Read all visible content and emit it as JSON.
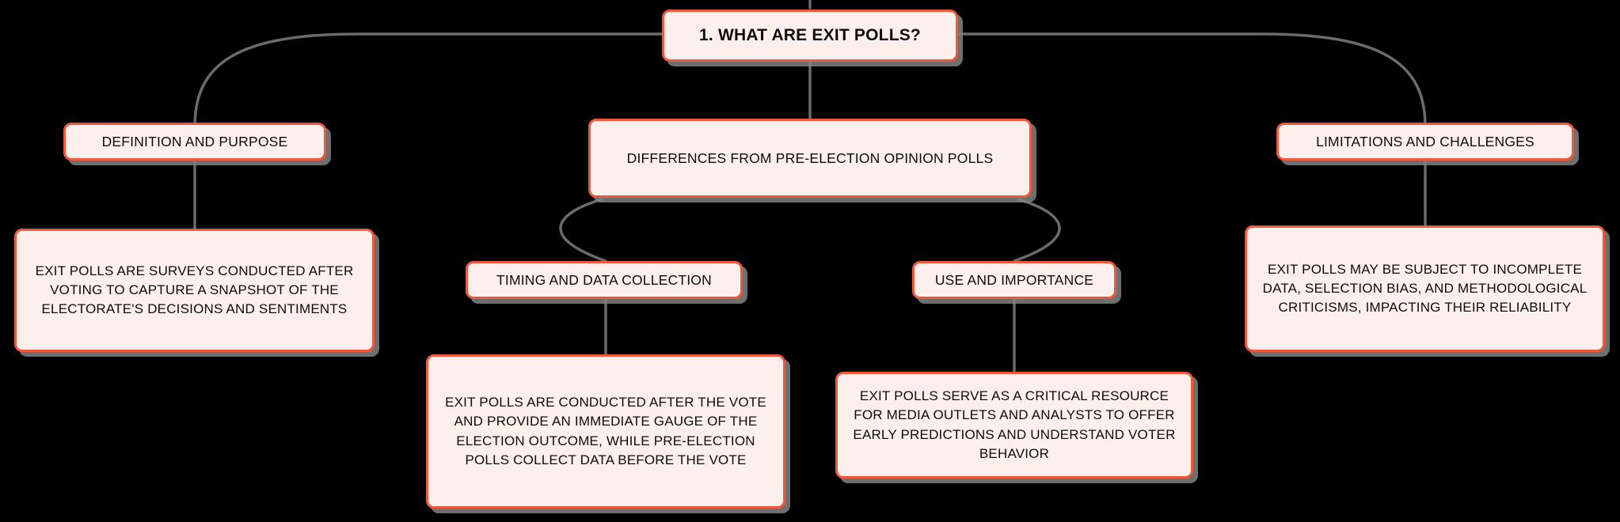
{
  "diagram": {
    "type": "mind-map",
    "title": "1. WHAT ARE EXIT POLLS?",
    "background_color": "#000000",
    "node_fill_color": "#fdf0ec",
    "node_border_color": "#ef583c",
    "node_text_color": "#0d0d0d",
    "connector_color": "#6b6b6b",
    "shadow_color": "#828282"
  },
  "nodes": {
    "root": {
      "label": "1. WHAT ARE EXIT POLLS?",
      "level": "root"
    },
    "branch_definition": {
      "label": "DEFINITION AND PURPOSE",
      "level": "branch"
    },
    "branch_differences": {
      "label": "DIFFERENCES FROM PRE-ELECTION OPINION POLLS",
      "level": "branch"
    },
    "branch_limitations": {
      "label": "LIMITATIONS AND CHALLENGES",
      "level": "branch"
    },
    "sub_timing": {
      "label": "TIMING AND DATA COLLECTION",
      "level": "sub-branch"
    },
    "sub_use": {
      "label": "USE AND IMPORTANCE",
      "level": "sub-branch"
    },
    "leaf_definition": {
      "label": "EXIT POLLS ARE SURVEYS CONDUCTED AFTER VOTING TO CAPTURE A SNAPSHOT OF THE ELECTORATE'S DECISIONS AND SENTIMENTS",
      "level": "leaf"
    },
    "leaf_timing": {
      "label": "EXIT POLLS ARE CONDUCTED AFTER THE VOTE AND PROVIDE AN IMMEDIATE GAUGE OF THE ELECTION OUTCOME, WHILE PRE-ELECTION POLLS COLLECT DATA BEFORE THE VOTE",
      "level": "leaf"
    },
    "leaf_use": {
      "label": "EXIT POLLS SERVE AS A CRITICAL RESOURCE FOR MEDIA OUTLETS AND ANALYSTS TO OFFER EARLY PREDICTIONS AND UNDERSTAND VOTER BEHAVIOR",
      "level": "leaf"
    },
    "leaf_limitations": {
      "label": "EXIT POLLS MAY BE SUBJECT TO INCOMPLETE DATA, SELECTION BIAS, AND METHODOLOGICAL CRITICISMS, IMPACTING THEIR RELIABILITY",
      "level": "leaf"
    }
  },
  "edges": [
    {
      "from": "root",
      "to": "branch_definition"
    },
    {
      "from": "root",
      "to": "branch_differences"
    },
    {
      "from": "root",
      "to": "branch_limitations"
    },
    {
      "from": "branch_definition",
      "to": "leaf_definition"
    },
    {
      "from": "branch_differences",
      "to": "sub_timing"
    },
    {
      "from": "branch_differences",
      "to": "sub_use"
    },
    {
      "from": "branch_limitations",
      "to": "leaf_limitations"
    },
    {
      "from": "sub_timing",
      "to": "leaf_timing"
    },
    {
      "from": "sub_use",
      "to": "leaf_use"
    }
  ]
}
